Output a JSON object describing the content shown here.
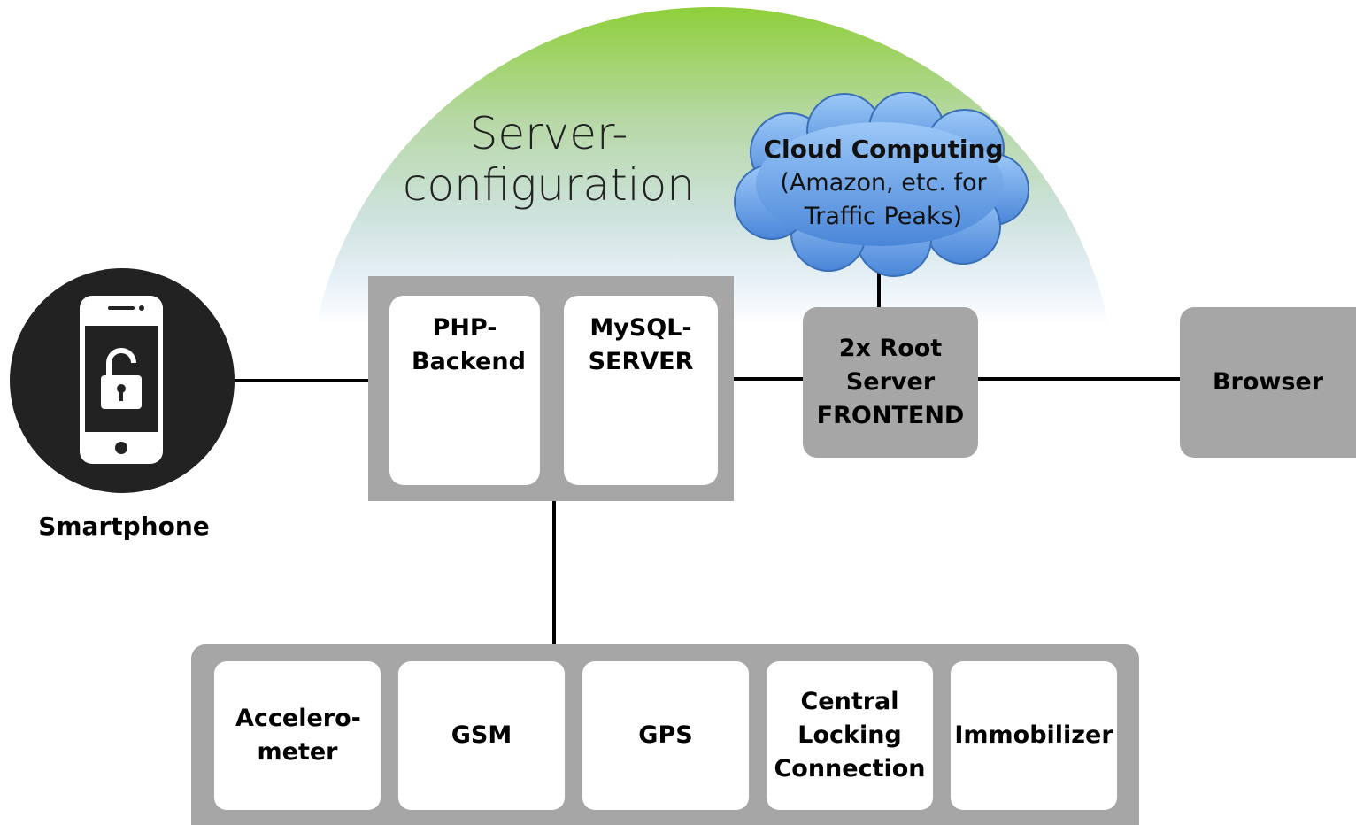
{
  "server": {
    "title": "Server-configuration"
  },
  "cloud": {
    "title": "Cloud Computing",
    "subtitle": "(Amazon, etc. for Traffic Peaks)"
  },
  "backend": {
    "php_label": "PHP-Backend",
    "mysql_label": "MySQL-SERVER"
  },
  "frontend": {
    "label": "2x Root Server FRONTEND"
  },
  "browser": {
    "label": "Browser"
  },
  "smartphone": {
    "label": "Smartphone",
    "icon": "smartphone-unlock-icon"
  },
  "sensors": [
    {
      "label": "Accelero-meter"
    },
    {
      "label": "GSM"
    },
    {
      "label": "GPS"
    },
    {
      "label": "Central Locking Connection"
    },
    {
      "label": "Immobilizer"
    }
  ],
  "colors": {
    "box_gray": "#a6a6a6",
    "dome_green": "#8fcf3a",
    "cloud_blue": "#6fa8e8",
    "line": "#000000"
  }
}
